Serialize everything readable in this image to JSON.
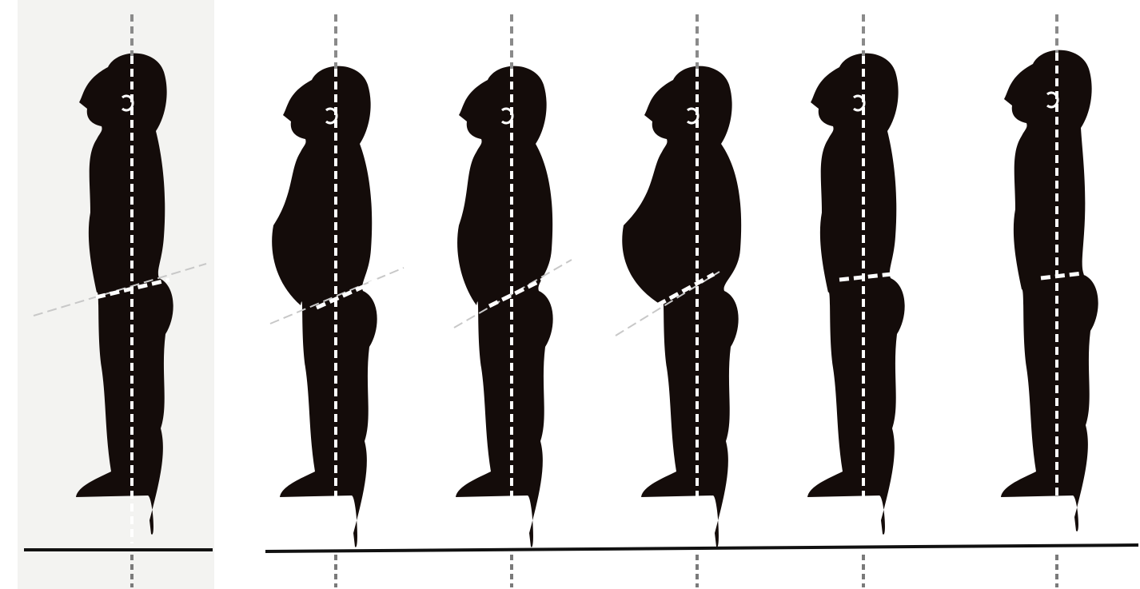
{
  "figure": {
    "panel_count": 6,
    "colors": {
      "background": "#ffffff",
      "first_panel_background": "#f3f3f1",
      "silhouette": "#140c0a",
      "plumb_line": "#ffffff",
      "ground_line": "#111111"
    },
    "icons": [
      "plumb-line-icon",
      "pelvis-line-icon",
      "ground-line-icon",
      "ear-mark-icon"
    ],
    "postures": [
      {
        "id": "posture-1",
        "pelvic_tilt": "anterior"
      },
      {
        "id": "posture-2",
        "pelvic_tilt": "anterior"
      },
      {
        "id": "posture-3",
        "pelvic_tilt": "anterior"
      },
      {
        "id": "posture-4",
        "pelvic_tilt": "anterior"
      },
      {
        "id": "posture-5",
        "pelvic_tilt": "level"
      },
      {
        "id": "posture-6",
        "pelvic_tilt": "level"
      }
    ]
  }
}
